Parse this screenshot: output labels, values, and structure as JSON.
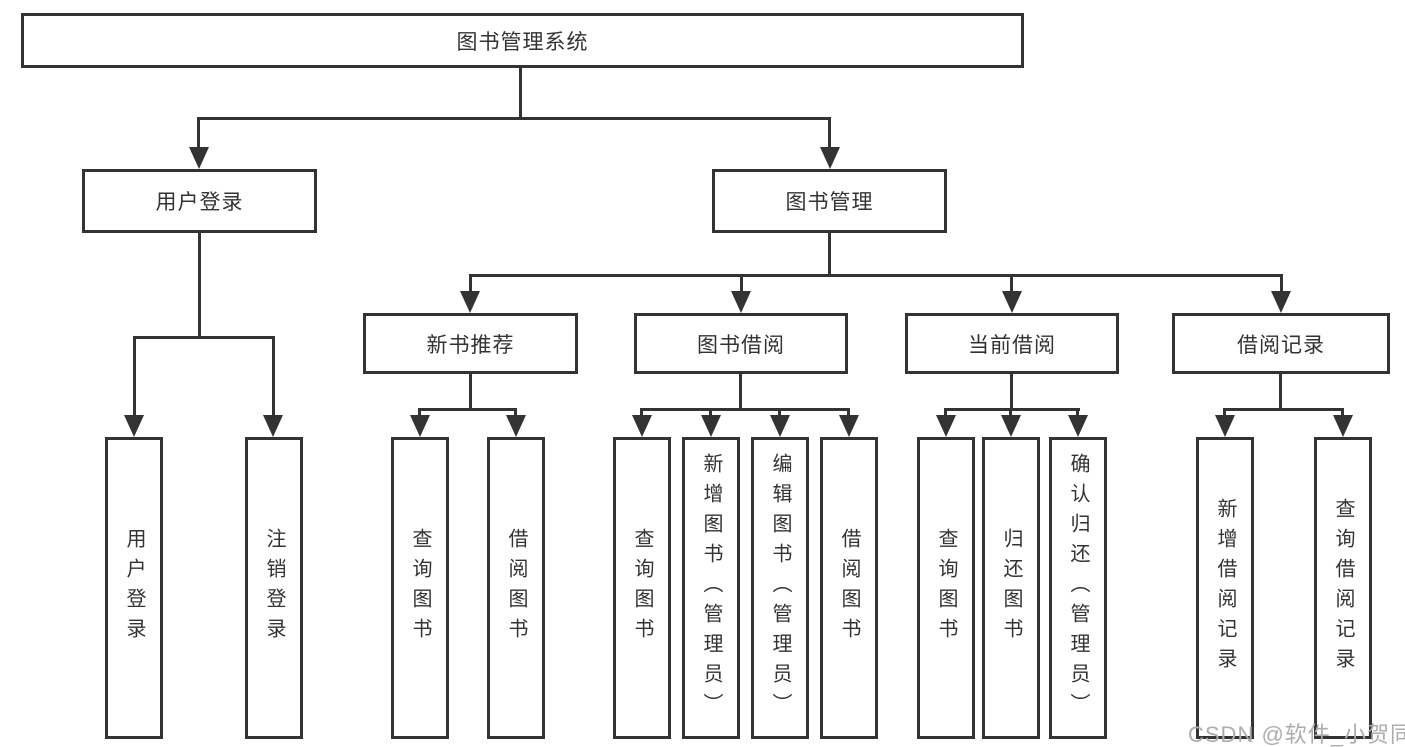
{
  "colors": {
    "line": "#333333",
    "text": "#333333",
    "box_bg": "#ffffff",
    "wm": "#adadad"
  },
  "nodes": {
    "root": "图书管理系统",
    "user_login": "用户登录",
    "book_mgmt": "图书管理",
    "new_book_rec": "新书推荐",
    "book_borrow": "图书借阅",
    "current_borrow": "当前借阅",
    "borrow_record": "借阅记录",
    "leaf_user_login": "用户登录",
    "leaf_logout": "注销登录",
    "leaf_rec_query": "查询图书",
    "leaf_rec_borrow": "借阅图书",
    "leaf_bb_query": "查询图书",
    "leaf_bb_add": "新增图书（管理员）",
    "leaf_bb_edit": "编辑图书（管理员）",
    "leaf_bb_borrow": "借阅图书",
    "leaf_cb_query": "查询图书",
    "leaf_cb_return": "归还图书",
    "leaf_cb_confirm": "确认归还（管理员）",
    "leaf_br_add": "新增借阅记录",
    "leaf_br_query": "查询借阅记录"
  },
  "watermark": "CSDN @软件_小贺同学"
}
